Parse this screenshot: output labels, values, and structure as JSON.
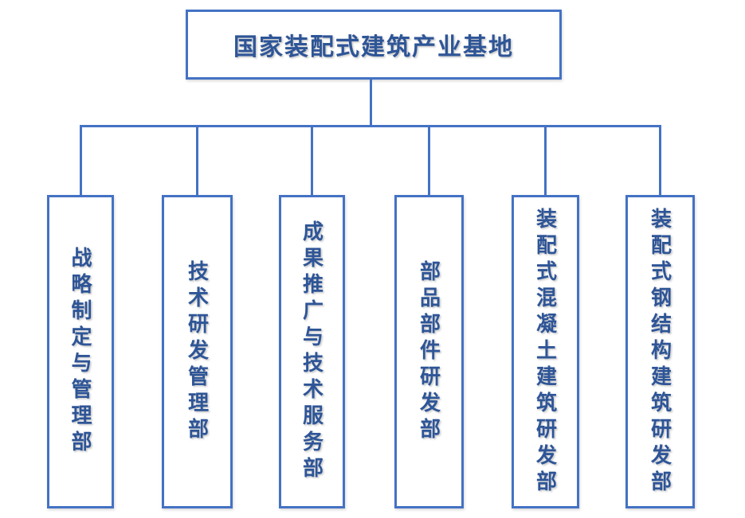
{
  "org_chart": {
    "root": {
      "label": "国家装配式建筑产业基地"
    },
    "departments": [
      {
        "label": "战略制定与管理部"
      },
      {
        "label": "技术研发管理部"
      },
      {
        "label": "成果推广与技术服务部"
      },
      {
        "label": "部品部件研发部"
      },
      {
        "label": "装配式混凝土建筑研发部"
      },
      {
        "label": "装配式钢结构建筑研发部"
      }
    ],
    "colors": {
      "border": "#4472C4",
      "connector": "#4472C4",
      "text": "#2E5597",
      "background": "#FFFFFF"
    }
  }
}
